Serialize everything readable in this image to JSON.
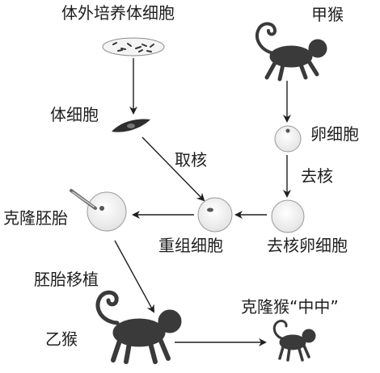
{
  "labels": {
    "culture": "体外培养体细胞",
    "monkey_a": "甲猴",
    "somatic_cell": "体细胞",
    "egg_cell": "卵细胞",
    "take_nucleus": "取核",
    "remove_nucleus": "去核",
    "cloned_embryo": "克隆胚胎",
    "recombined_cell": "重组细胞",
    "enucleated_egg": "去核卵细胞",
    "embryo_transfer": "胚胎移植",
    "monkey_b": "乙猴",
    "cloned_monkey": "克隆猴“中中”"
  },
  "colors": {
    "ink": "#1f1f1f",
    "monkey_fill": "#3a3a3a",
    "cell_fill": "#f2f2f2",
    "cell_stroke": "#9a9a9a"
  }
}
